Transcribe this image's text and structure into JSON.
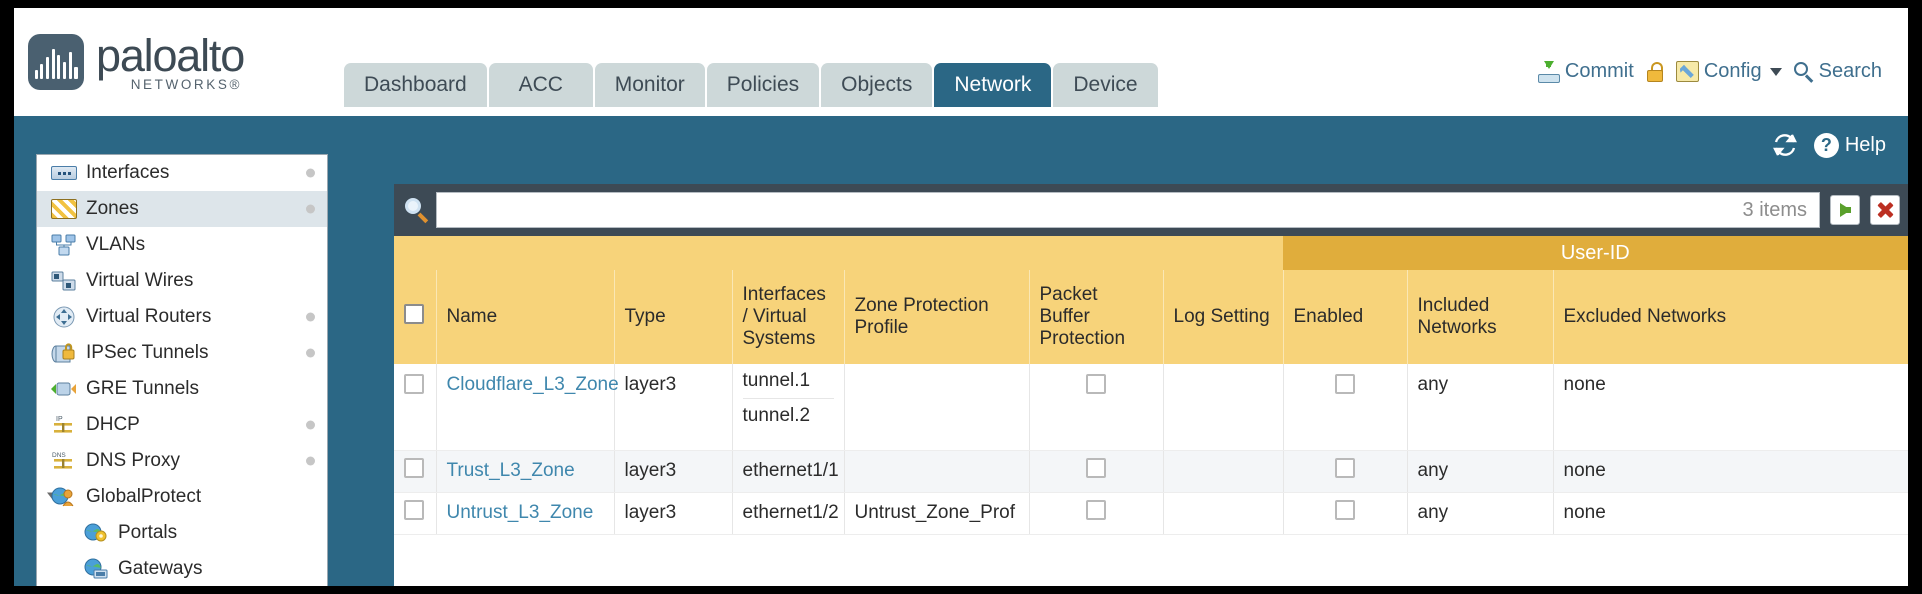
{
  "brand": {
    "name": "paloalto",
    "sub": "NETWORKS®"
  },
  "nav": {
    "tabs": [
      {
        "label": "Dashboard",
        "active": false
      },
      {
        "label": "ACC",
        "active": false
      },
      {
        "label": "Monitor",
        "active": false
      },
      {
        "label": "Policies",
        "active": false
      },
      {
        "label": "Objects",
        "active": false
      },
      {
        "label": "Network",
        "active": true
      },
      {
        "label": "Device",
        "active": false
      }
    ]
  },
  "top_actions": {
    "commit": "Commit",
    "lock_icon": "lock-icon",
    "config": "Config",
    "search": "Search"
  },
  "blue_bar": {
    "refresh_icon": "refresh-icon",
    "help": "Help"
  },
  "sidebar": {
    "items": [
      {
        "label": "Interfaces",
        "icon": "interfaces-icon",
        "dot": true,
        "selected": false,
        "child": false,
        "expander": false
      },
      {
        "label": "Zones",
        "icon": "zones-icon",
        "dot": true,
        "selected": true,
        "child": false,
        "expander": false
      },
      {
        "label": "VLANs",
        "icon": "vlans-icon",
        "dot": false,
        "selected": false,
        "child": false,
        "expander": false
      },
      {
        "label": "Virtual Wires",
        "icon": "virtual-wires-icon",
        "dot": false,
        "selected": false,
        "child": false,
        "expander": false
      },
      {
        "label": "Virtual Routers",
        "icon": "virtual-routers-icon",
        "dot": true,
        "selected": false,
        "child": false,
        "expander": false
      },
      {
        "label": "IPSec Tunnels",
        "icon": "ipsec-tunnels-icon",
        "dot": true,
        "selected": false,
        "child": false,
        "expander": false
      },
      {
        "label": "GRE Tunnels",
        "icon": "gre-tunnels-icon",
        "dot": false,
        "selected": false,
        "child": false,
        "expander": false
      },
      {
        "label": "DHCP",
        "icon": "dhcp-icon",
        "dot": true,
        "selected": false,
        "child": false,
        "expander": false
      },
      {
        "label": "DNS Proxy",
        "icon": "dns-proxy-icon",
        "dot": true,
        "selected": false,
        "child": false,
        "expander": false
      },
      {
        "label": "GlobalProtect",
        "icon": "globalprotect-icon",
        "dot": false,
        "selected": false,
        "child": false,
        "expander": true
      },
      {
        "label": "Portals",
        "icon": "portals-icon",
        "dot": false,
        "selected": false,
        "child": true,
        "expander": false
      },
      {
        "label": "Gateways",
        "icon": "gateways-icon",
        "dot": false,
        "selected": false,
        "child": true,
        "expander": false
      }
    ]
  },
  "search": {
    "value": "",
    "placeholder": "",
    "item_count": "3 items",
    "apply_icon": "apply-filter-icon",
    "clear_icon": "clear-filter-icon",
    "magnifier_icon": "search-icon"
  },
  "table": {
    "group_header": {
      "label": "User-ID",
      "spans": 3
    },
    "columns": [
      "Name",
      "Type",
      "Interfaces / Virtual Systems",
      "Zone Protection Profile",
      "Packet Buffer Protection",
      "Log Setting",
      "Enabled",
      "Included Networks",
      "Excluded Networks"
    ],
    "rows": [
      {
        "name": "Cloudflare_L3_Zone",
        "type": "layer3",
        "interfaces": [
          "tunnel.1",
          "tunnel.2"
        ],
        "zone_protection_profile": "",
        "packet_buffer_protection": false,
        "log_setting": "",
        "userid_enabled": false,
        "included_networks": "any",
        "excluded_networks": "none"
      },
      {
        "name": "Trust_L3_Zone",
        "type": "layer3",
        "interfaces": [
          "ethernet1/1"
        ],
        "zone_protection_profile": "",
        "packet_buffer_protection": false,
        "log_setting": "",
        "userid_enabled": false,
        "included_networks": "any",
        "excluded_networks": "none"
      },
      {
        "name": "Untrust_L3_Zone",
        "type": "layer3",
        "interfaces": [
          "ethernet1/2"
        ],
        "zone_protection_profile": "Untrust_Zone_Prof",
        "packet_buffer_protection": false,
        "log_setting": "",
        "userid_enabled": false,
        "included_networks": "any",
        "excluded_networks": "none"
      }
    ]
  },
  "colors": {
    "header_blue": "#2b6785",
    "table_header_yellow": "#f7d37a",
    "group_header_yellow": "#e0ad3c",
    "link_blue": "#3f87ad",
    "panel_dark": "#3d4a55"
  }
}
